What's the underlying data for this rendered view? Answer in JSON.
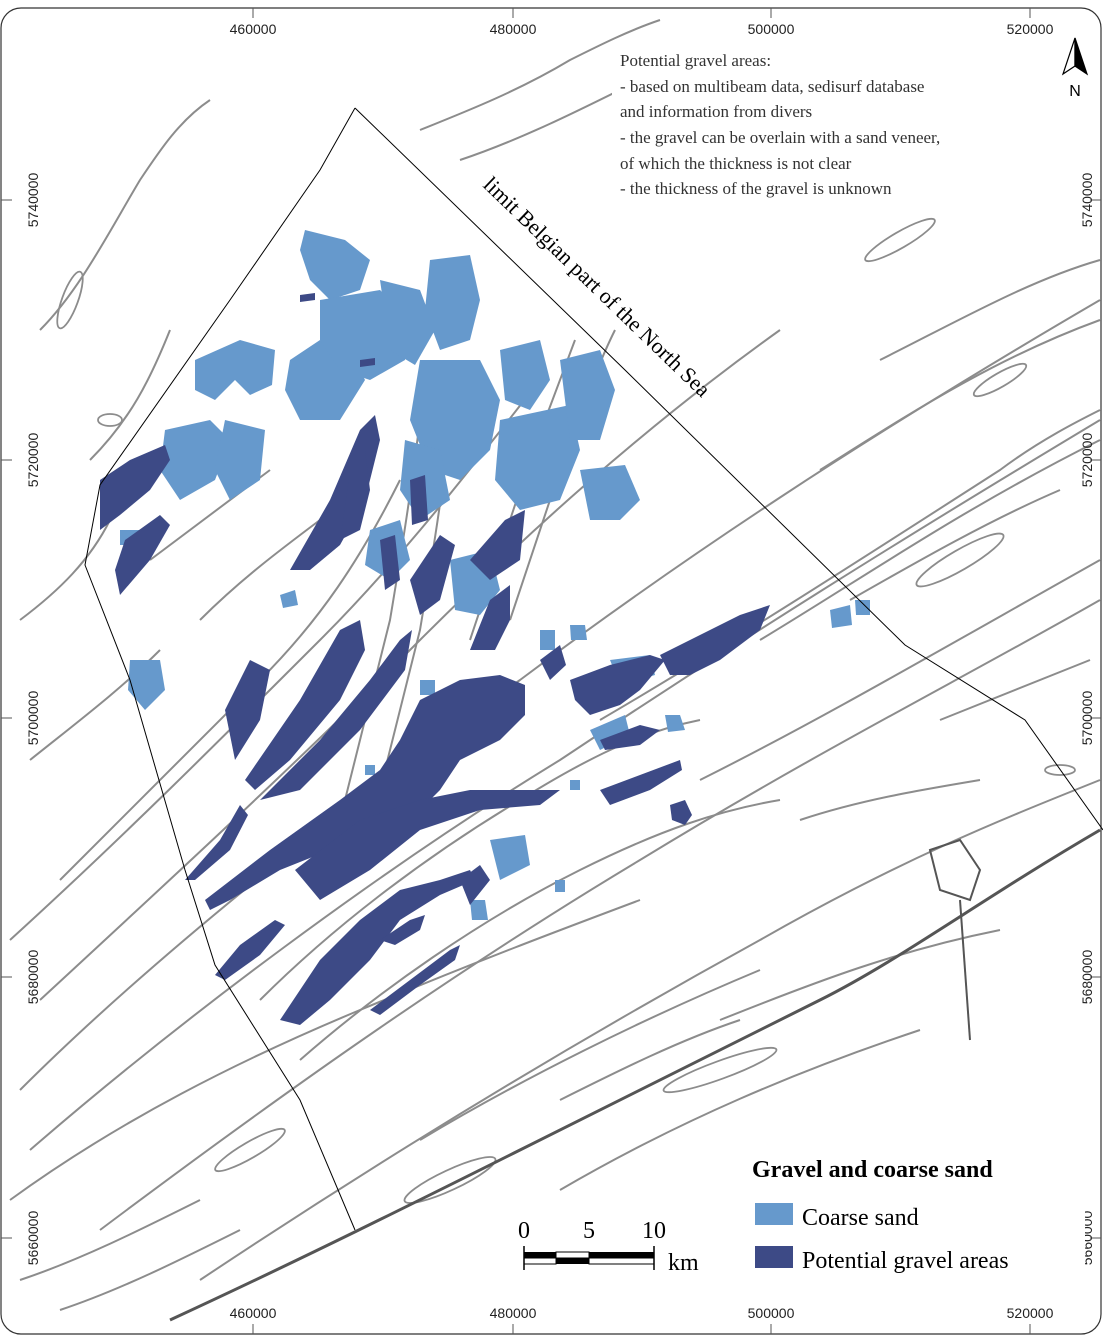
{
  "map": {
    "axes": {
      "x_ticks_top": [
        "460000",
        "480000",
        "500000",
        "520000"
      ],
      "x_ticks_bottom": [
        "460000",
        "480000",
        "500000",
        "520000"
      ],
      "y_ticks_left": [
        "5740000",
        "5720000",
        "5700000",
        "5680000",
        "5660000"
      ],
      "y_ticks_right": [
        "5740000",
        "5720000",
        "5700000",
        "5680000",
        "5660000"
      ]
    },
    "boundary_label": "limit Belgian part of the North Sea",
    "notes": [
      "Potential gravel areas:",
      "- based on multibeam data, sedisurf database",
      "and information from divers",
      "- the gravel can be overlain with a sand veneer,",
      "of which the thickness is not clear",
      "- the thickness of the gravel is unknown"
    ],
    "north_arrow_label": "N",
    "scale_bar": {
      "ticks": [
        "0",
        "5",
        "10"
      ],
      "unit": "km"
    },
    "legend": {
      "title": "Gravel and coarse sand",
      "items": [
        {
          "label": "Coarse sand",
          "color": "#6699cc"
        },
        {
          "label": "Potential gravel areas",
          "color": "#3d4a86"
        }
      ]
    },
    "colors": {
      "coarse_sand": "#6699cc",
      "gravel": "#3d4a86",
      "bathymetry_contour": "#8c8c8c",
      "boundary": "#000000"
    }
  }
}
